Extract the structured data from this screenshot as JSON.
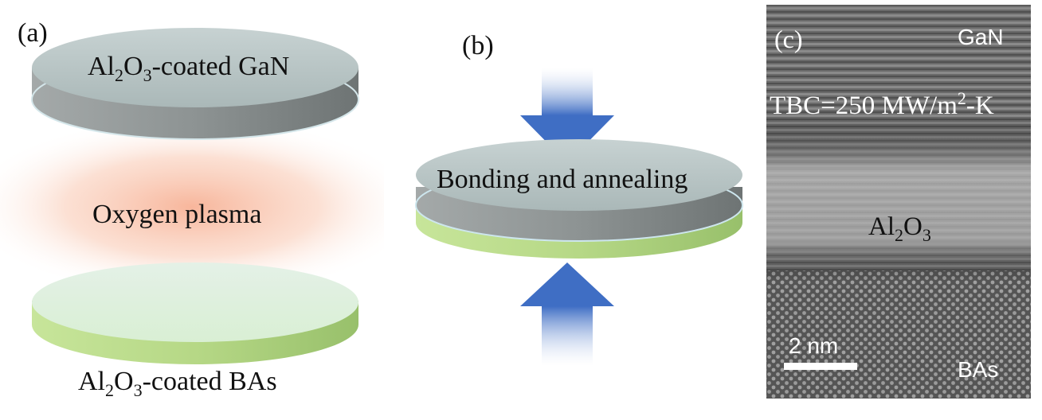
{
  "panel_a": {
    "label": "(a)",
    "top_disk": {
      "prefix": "Al",
      "sub1": "2",
      "mid": "O",
      "sub2": "3",
      "suffix": "-coated GaN"
    },
    "middle": "Oxygen plasma",
    "bottom_disk": {
      "prefix": "Al",
      "sub1": "2",
      "mid": "O",
      "sub2": "3",
      "suffix": "-coated BAs"
    }
  },
  "panel_b": {
    "label": "(b)",
    "caption": "Bonding and annealing"
  },
  "panel_c": {
    "label": "(c)",
    "top_material": "GaN",
    "tbc": {
      "prefix": "TBC=250 MW/m",
      "sup": "2",
      "suffix": "-K"
    },
    "interface": {
      "prefix": "Al",
      "sub1": "2",
      "mid": "O",
      "sub2": "3"
    },
    "bottom_material": "BAs",
    "scale_bar": "2 nm"
  },
  "colors": {
    "plasma": "#f6a98a",
    "gan_disk": "#b9c7c7",
    "bas_disk": "#cfe9a6",
    "arrow": "#4f79c8"
  }
}
